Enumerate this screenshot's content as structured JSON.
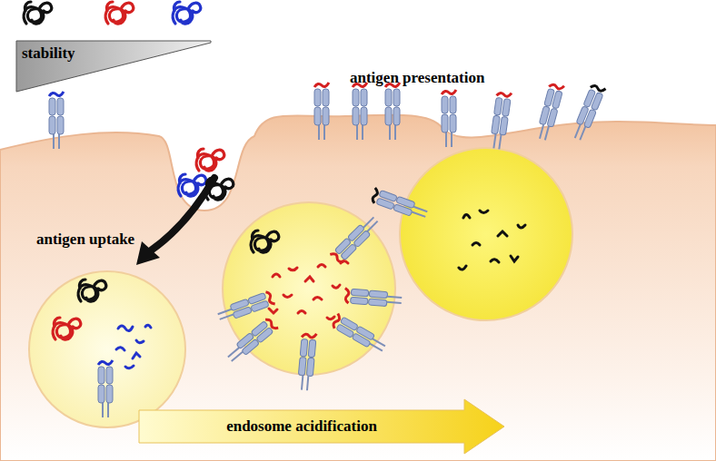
{
  "diagram": {
    "nodes": [
      {
        "text": [
          "stability"
        ]
      },
      {
        "text": [
          "endosome acidification"
        ]
      }
    ],
    "labels": [
      "antigen presentation",
      "antigen uptake"
    ]
  }
}
